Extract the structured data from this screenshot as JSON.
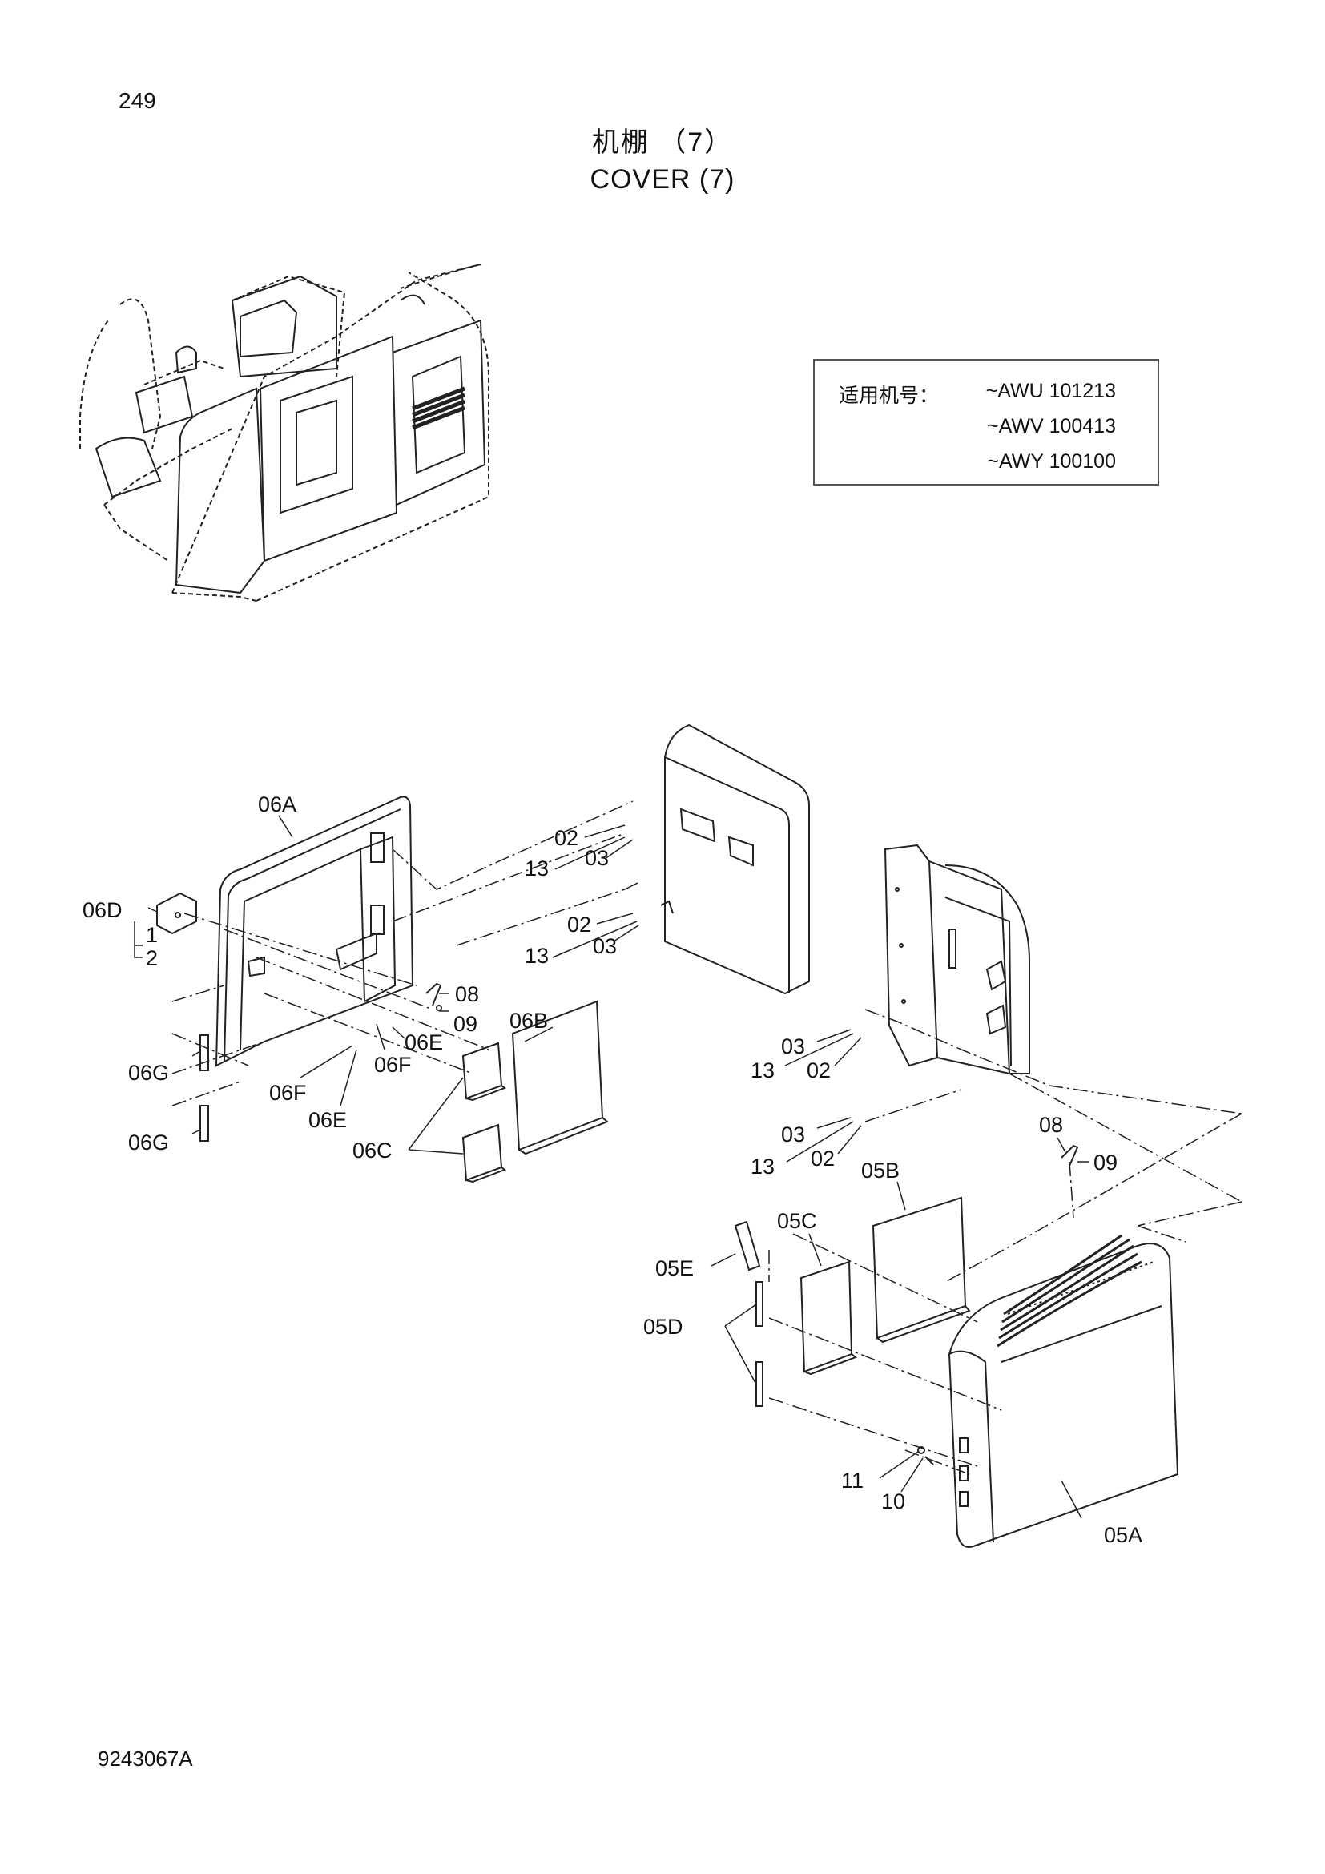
{
  "page_number": "249",
  "title_cn": "机棚 （7）",
  "title_en": "COVER (7)",
  "serial_box": {
    "label": "适用机号：",
    "lines": [
      "~AWU 101213",
      "~AWV 100413",
      "~AWY 100100"
    ]
  },
  "callouts": {
    "c06A": "06A",
    "c06D": "06D",
    "c06D_1": "1",
    "c06D_2": "2",
    "c0201": "02",
    "c1301": "13",
    "c0301": "03",
    "c0202": "02",
    "c1302": "13",
    "c0302": "03",
    "c0801": "08",
    "c0901": "09",
    "c06B": "06B",
    "c06E1": "06E",
    "c06F1": "06F",
    "c06G1": "06G",
    "c06F2": "06F",
    "c06E2": "06E",
    "c06G2": "06G",
    "c06C": "06C",
    "c0303": "03",
    "c1303": "13",
    "c0203": "02",
    "c0304": "03",
    "c1304": "13",
    "c0204": "02",
    "c0802": "08",
    "c0902": "09",
    "c05B": "05B",
    "c05C": "05C",
    "c05E": "05E",
    "c05D": "05D",
    "c11": "11",
    "c10": "10",
    "c05A": "05A"
  },
  "doc_code": "9243067A"
}
